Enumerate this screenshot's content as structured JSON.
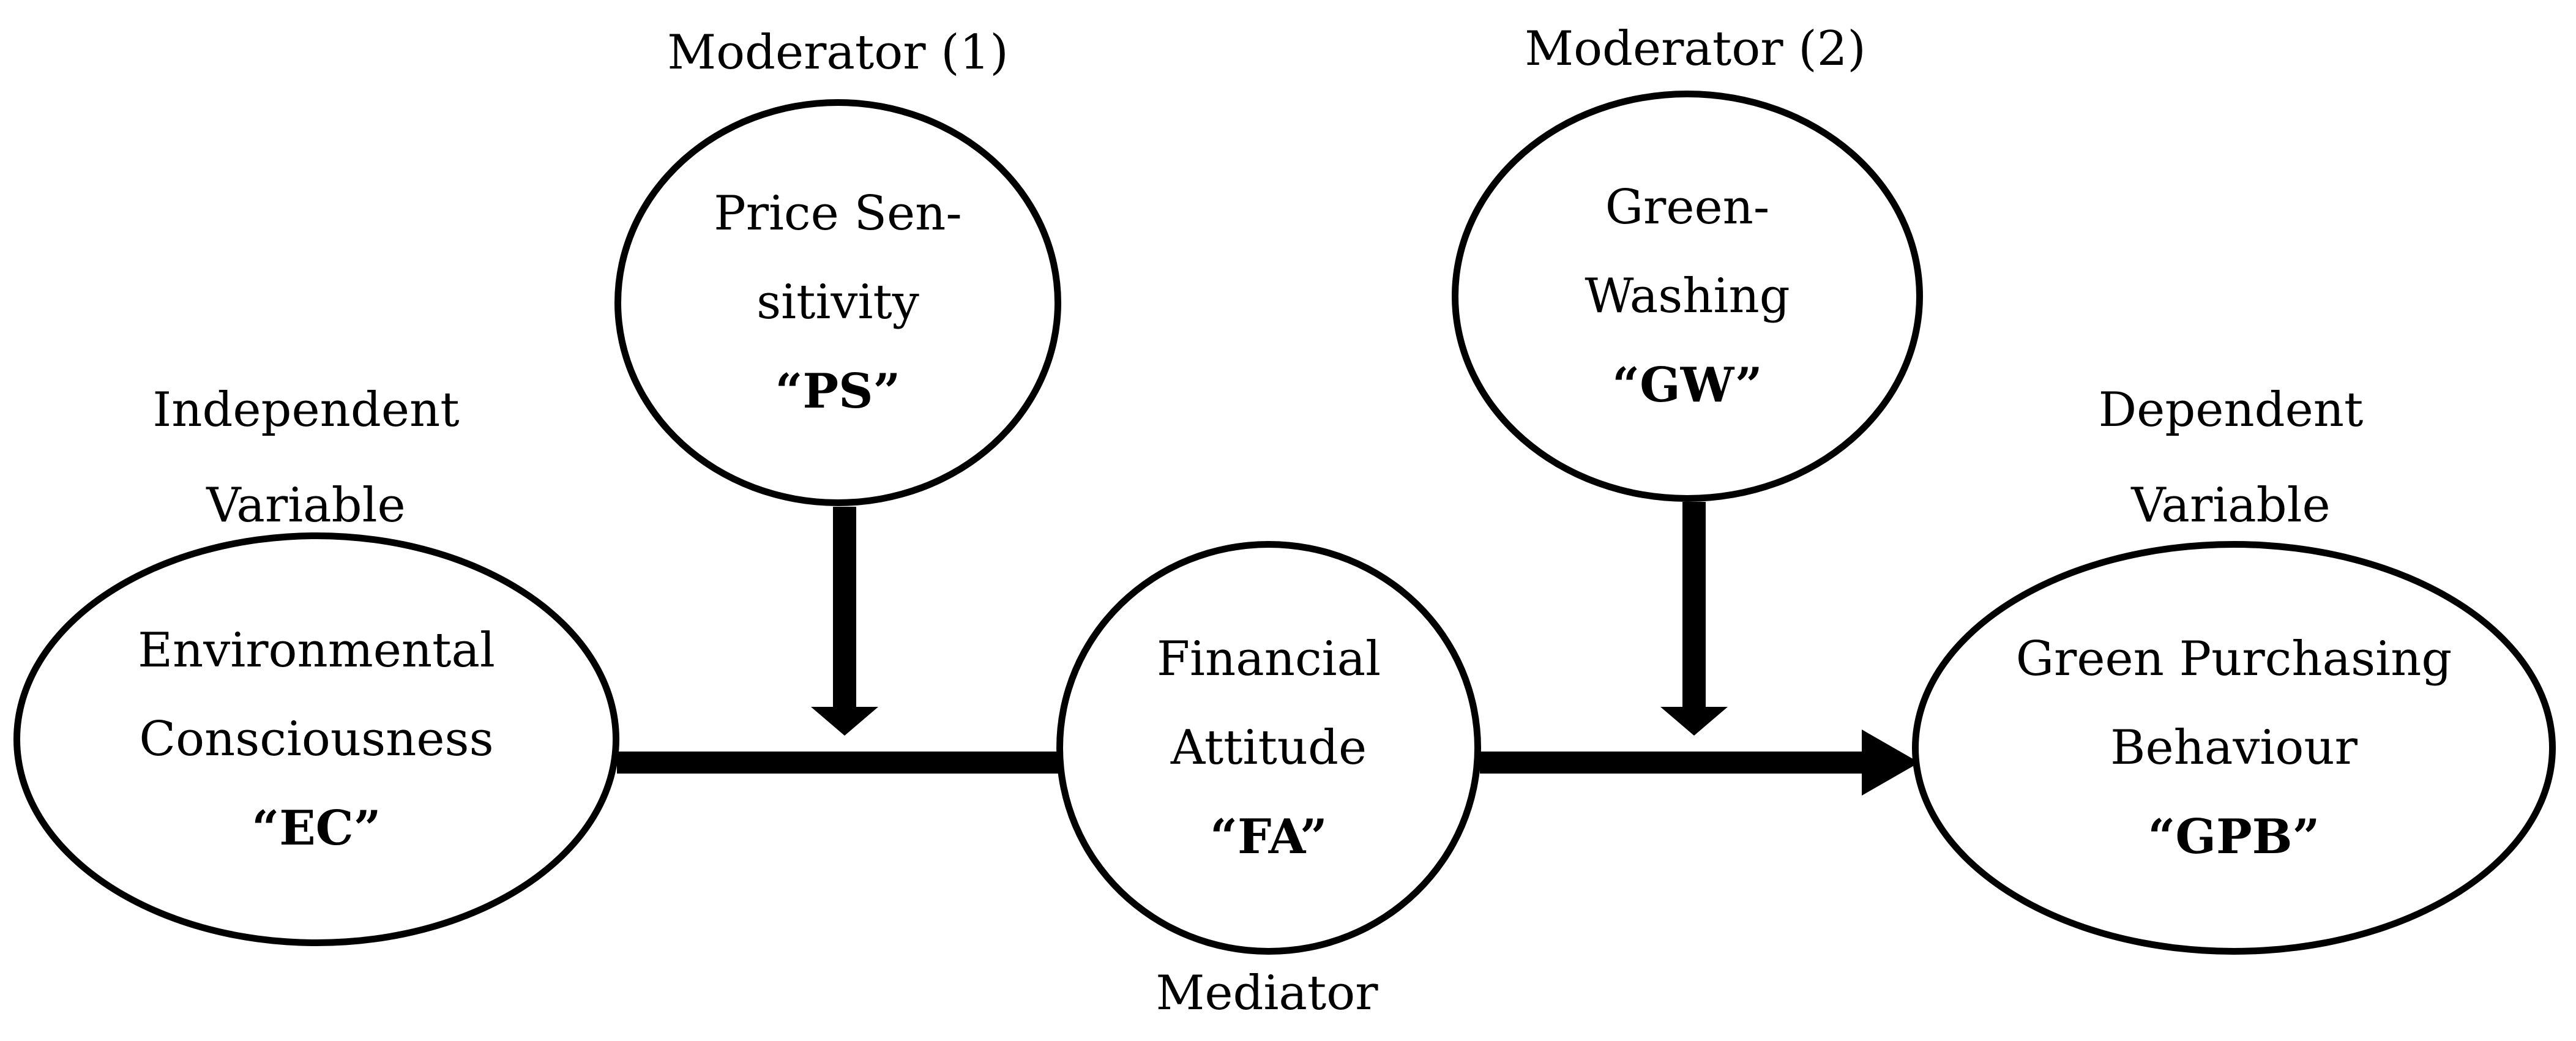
{
  "colors": {
    "background": "#ffffff",
    "stroke": "#000000",
    "text": "#000000"
  },
  "labels": {
    "independent_variable": {
      "line1": "Independent",
      "line2": "Variable"
    },
    "moderator1": "Moderator (1)",
    "moderator2": "Moderator (2)",
    "dependent_variable": {
      "line1": "Dependent",
      "line2": "Variable"
    },
    "mediator": "Mediator"
  },
  "nodes": {
    "ec": {
      "line1": "Environmental",
      "line2": "Consciousness",
      "abbr": "“EC”"
    },
    "ps": {
      "line1": "Price Sen-",
      "line2": "sitivity",
      "abbr": "“PS”"
    },
    "fa": {
      "line1": "Financial",
      "line2": "Attitude",
      "abbr": "“FA”"
    },
    "gw": {
      "line1": "Green-",
      "line2": "Washing",
      "abbr": "“GW”"
    },
    "gpb": {
      "line1": "Green Purchasing",
      "line2": "Behaviour",
      "abbr": "“GPB”"
    }
  }
}
